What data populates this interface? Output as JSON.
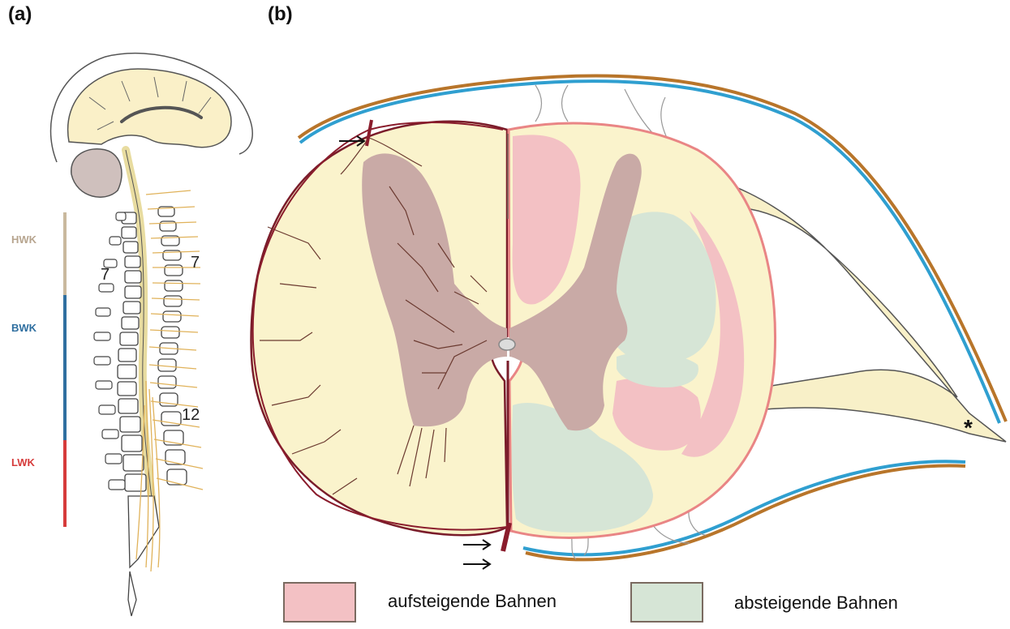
{
  "panels": {
    "a": "(a)",
    "b": "(b)"
  },
  "spine_regions": [
    {
      "label": "HWK",
      "color": "#b7a58f"
    },
    {
      "label": "BWK",
      "color": "#2f6fa0"
    },
    {
      "label": "LWK",
      "color": "#d63b3b"
    }
  ],
  "vertebra_numbers": {
    "cervical": "7",
    "thoracic_top": "7",
    "thoracic_end": "12"
  },
  "asterisk": "*",
  "legend": [
    {
      "label": "aufsteigende Bahnen",
      "color": "#f3c1c4"
    },
    {
      "label": "absteigende Bahnen",
      "color": "#d6e5d6"
    }
  ]
}
